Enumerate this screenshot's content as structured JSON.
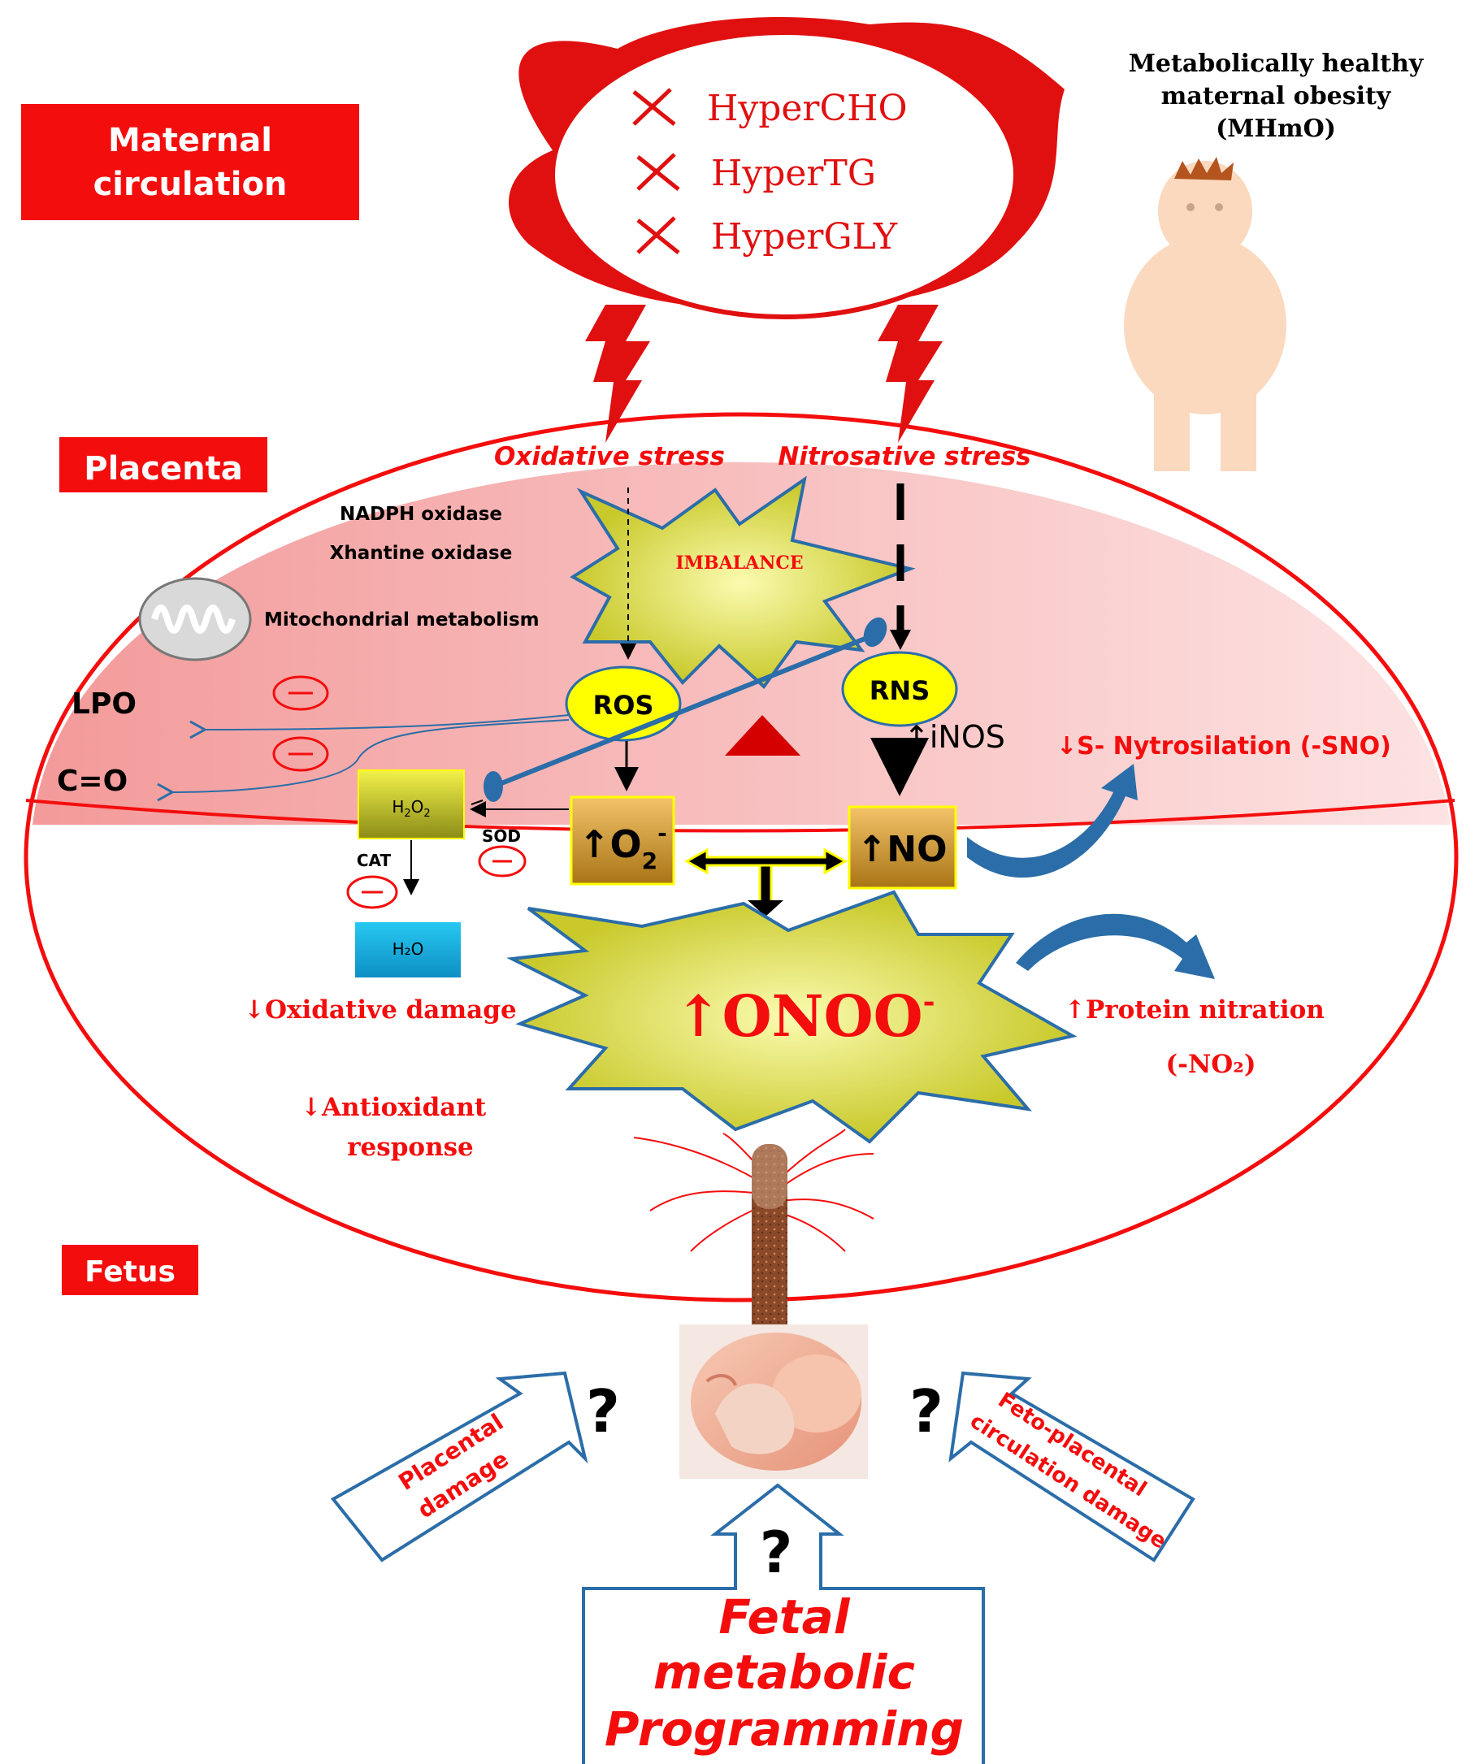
{
  "labels": {
    "maternal_circulation": [
      "Maternal",
      "circulation"
    ],
    "placenta": "Placenta",
    "fetus": "Fetus",
    "mhmo": [
      "Metabolically healthy",
      "maternal obesity",
      "(MHmO)"
    ]
  },
  "maternal_conditions": [
    "HyperCHO",
    "HyperTG",
    "HyperGLY"
  ],
  "stress": {
    "oxidative": "Oxidative stress",
    "nitrosative": "Nitrosative stress"
  },
  "imbalance": "IMBALANCE",
  "sources": [
    "NADPH oxidase",
    "Xhantine oxidase",
    "Mitochondrial metabolism"
  ],
  "species": {
    "ros": "ROS",
    "rns": "RNS",
    "inos": "↑iNOS",
    "o2": "↑O",
    "no": "↑NO",
    "h2o2": "H",
    "h2o": "H₂O",
    "onoo": "↑ONOO"
  },
  "markers": {
    "lpo": "LPO",
    "co": "C=O",
    "sod": "SOD",
    "cat": "CAT"
  },
  "effects": {
    "s_nitrosylation": "↓S- Nytrosilation (-SNO)",
    "oxidative_damage": "↓Oxidative damage",
    "antioxidant_response": [
      "↓Antioxidant",
      "response"
    ],
    "protein_nitration": [
      "↑Protein nitration",
      "(-NO₂)"
    ]
  },
  "outcomes": {
    "placental_damage": [
      "Placental",
      "damage"
    ],
    "fetoplacental_damage": [
      "Feto-placental",
      "circulation  damage"
    ],
    "fetal_programming": [
      "Fetal",
      "metabolic",
      "Programming"
    ],
    "question": "?"
  },
  "colors": {
    "red": "#f40d0d",
    "blue": "#2b6da8",
    "yellow": "#e8e83a",
    "placenta_fill": "#f9b0b0"
  }
}
